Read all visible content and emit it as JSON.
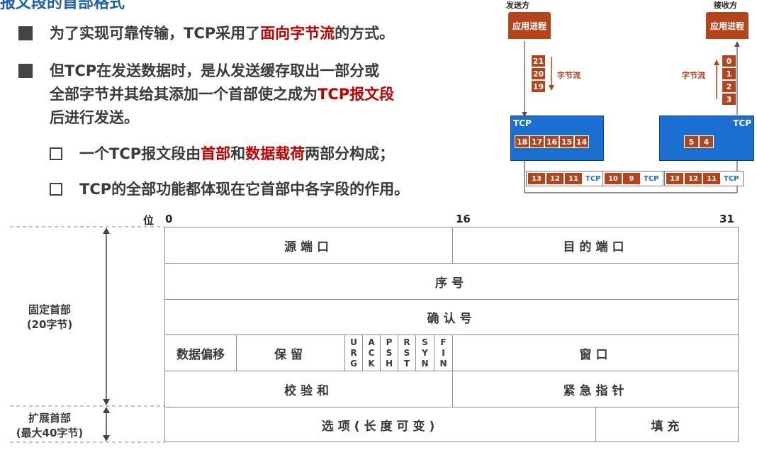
{
  "title": "报文段的首部格式",
  "bullets": [
    {
      "pre": "为了实现可靠传输，TCP采用了",
      "em": "面向字节流",
      "post": "的方式。"
    },
    {
      "line1": "但TCP在发送数据时，是从发送缓存取出一部分或",
      "line2_pre": "全部字节并其给其添加一个首部使之成为",
      "line2_em": "TCP报文段",
      "line3": "后进行发送。"
    }
  ],
  "sub_bullets": [
    {
      "pre": "一个TCP报文段由",
      "em1": "首部",
      "mid": "和",
      "em2": "数据载荷",
      "post": "两部分构成；"
    },
    {
      "text": "TCP的全部功能都体现在它首部中各字段的作用。"
    }
  ],
  "diagram": {
    "sender": "发送方",
    "receiver": "接收方",
    "app_process": "应用进程",
    "byte_stream": "字节流",
    "tcp": "TCP",
    "send_stack": [
      "21",
      "20",
      "19"
    ],
    "recv_stack": [
      "0",
      "1",
      "2",
      "3"
    ],
    "send_buffer": [
      "18",
      "17",
      "16",
      "15",
      "14"
    ],
    "recv_buffer": [
      "5",
      "4"
    ],
    "segments": [
      {
        "bytes": [
          "13",
          "12",
          "11"
        ],
        "hdr": "TCP"
      },
      {
        "bytes": [
          "10",
          "9"
        ],
        "hdr": "TCP"
      },
      {
        "bytes": [
          "13",
          "12",
          "11"
        ],
        "hdr": "TCP"
      }
    ]
  },
  "header_format": {
    "bit_label": "位",
    "bits": [
      "0",
      "16",
      "31"
    ],
    "fixed_header": [
      "固定首部",
      "(20字节)"
    ],
    "ext_header": [
      "扩展首部",
      "(最大40字节)"
    ],
    "fields": {
      "src_port": "源端口",
      "dst_port": "目的端口",
      "seq": "序号",
      "ack": "确认号",
      "offset": "数据偏移",
      "reserved": "保留",
      "flags": [
        [
          "U",
          "R",
          "G"
        ],
        [
          "A",
          "C",
          "K"
        ],
        [
          "P",
          "S",
          "H"
        ],
        [
          "R",
          "S",
          "T"
        ],
        [
          "S",
          "Y",
          "N"
        ],
        [
          "F",
          "I",
          "N"
        ]
      ],
      "window": "窗口",
      "checksum": "校验和",
      "urgent": "紧急指针",
      "options": "选项(长度可变)",
      "padding": "填充"
    }
  }
}
